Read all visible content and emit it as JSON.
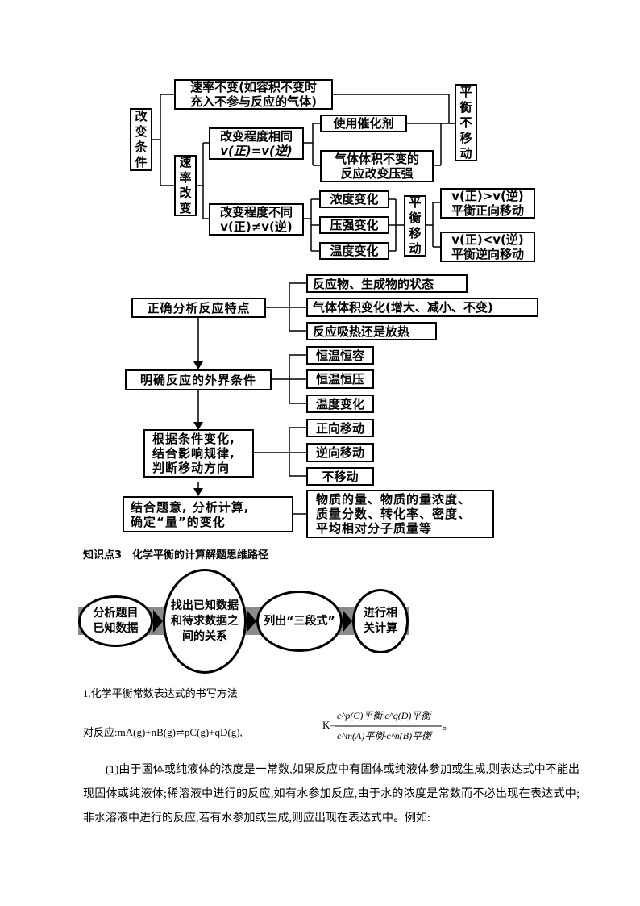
{
  "d1": {
    "change_condition": "改变条件",
    "rate_unchanged_1": "速率不变(如容积不变时",
    "rate_unchanged_2": "充入不参与反应的气体)",
    "rate_change": "速率改变",
    "degree_same_1": "改变程度相同",
    "degree_same_2": "v(正)=v(逆)",
    "catalyst": "使用催化剂",
    "gas_const_1": "气体体积不变的",
    "gas_const_2": "反应改变压强",
    "no_move": "平衡不移动",
    "degree_diff_1": "改变程度不同",
    "degree_diff_2": "v(正)≠v(逆)",
    "conc": "浓度变化",
    "pressure": "压强变化",
    "temp": "温度变化",
    "eq_move": "平衡移动",
    "forward_1": "v(正)>v(逆)",
    "forward_2": "平衡正向移动",
    "reverse_1": "v(正)<v(逆)",
    "reverse_2": "平衡逆向移动"
  },
  "d2": {
    "step1": "正确分析反应特点",
    "step1_a": "反应物、生成物的状态",
    "step1_b": "气体体积变化(增大、减小、不变)",
    "step1_c": "反应吸热还是放热",
    "step2": "明确反应的外界条件",
    "step2_a": "恒温恒容",
    "step2_b": "恒温恒压",
    "step2_c": "温度变化",
    "step3_1": "根据条件变化,",
    "step3_2": "结合影响规律,",
    "step3_3": "判断移动方向",
    "step3_a": "正向移动",
    "step3_b": "逆向移动",
    "step3_c": "不移动",
    "step4_1": "结合题意, 分析计算,",
    "step4_2": "确定“量”的变化",
    "step4_a1": "物质的量、物质的量浓度、",
    "step4_a2": "质量分数、转化率、密度、",
    "step4_a3": "平均相对分子质量等"
  },
  "section3_title": "知识点3　化学平衡的计算解题思维路径",
  "d3": {
    "o1_1": "分析题目",
    "o1_2": "已知数据",
    "o2_1": "找出已知数据",
    "o2_2": "和待求数据之",
    "o2_3": "间的关系",
    "o3": "列出“三段式”",
    "o4_1": "进行相",
    "o4_2": "关计算"
  },
  "heading1": "1.化学平衡常数表达式的书写方法",
  "reaction_label": "对反应:mA(g)+nB(g)⇌pC(g)+qD(g),",
  "formula": {
    "k": "K=",
    "num": "c^p(C)平衡·c^q(D)平衡",
    "den": "c^m(A)平衡·c^n(B)平衡",
    "end": "。"
  },
  "para1": "(1)由于固体或纯液体的浓度是一常数,如果反应中有固体或纯液体参加或生成,则表达式中不能出现固体或纯液体;稀溶液中进行的反应,如有水参加反应,由于水的浓度是常数而不必出现在表达式中;非水溶液中进行的反应,若有水参加或生成,则应出现在表达式中。例如:"
}
